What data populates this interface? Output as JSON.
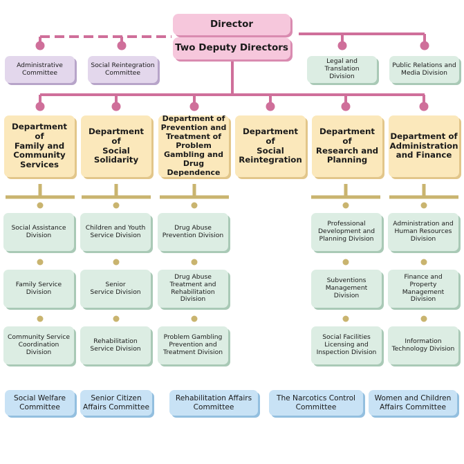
{
  "top": {
    "director": "Director",
    "deputies": "Two Deputy Directors"
  },
  "staff_units": [
    "Administrative\nCommittee",
    "Social Reintegration\nCommittee",
    "Legal and Translation\nDivision",
    "Public Relations and\nMedia Division"
  ],
  "departments": [
    {
      "name": "Department of\nFamily and\nCommunity\nServices",
      "divisions": [
        "Social Assistance\nDivision",
        "Family Service\nDivision",
        "Community Service\nCoordination Division"
      ]
    },
    {
      "name": "Department of\nSocial Solidarity",
      "divisions": [
        "Children and Youth\nService Division",
        "Senior\nService Division",
        "Rehabilitation\nService Division"
      ]
    },
    {
      "name": "Department of\nPrevention and\nTreatment of\nProblem\nGambling and\nDrug Dependence",
      "divisions": [
        "Drug Abuse\nPrevention Division",
        "Drug Abuse\nTreatment and\nRehabilitation\nDivision",
        "Problem Gambling\nPrevention and\nTreatment Division"
      ]
    },
    {
      "name": "Department of\nSocial\nReintegration",
      "divisions": []
    },
    {
      "name": "Department of\nResearch and\nPlanning",
      "divisions": [
        "Professional\nDevelopment and\nPlanning Division",
        "Subventions\nManagement\nDivision",
        "Social Facilities\nLicensing and\nInspection Division"
      ]
    },
    {
      "name": "Department of\nAdministration\nand Finance",
      "divisions": [
        "Administration and\nHuman Resources\nDivision",
        "Finance and Property\nManagement\nDivision",
        "Information\nTechnology Division"
      ]
    }
  ],
  "committees": [
    "Social Welfare\nCommittee",
    "Senior Citizen\nAffairs Committee",
    "Rehabilitation Affairs\nCommittee",
    "The Narcotics Control\nCommittee",
    "Women and Children\nAffairs Committee"
  ],
  "colors": {
    "pink_line": "#cf6f9a",
    "olive_line": "#c9b46f",
    "director_box": "#f6c7dc",
    "staff_box": "#e3d7ec",
    "department_box": "#fbe8bb",
    "division_box": "#dcede3",
    "committee_box": "#c8e2f5"
  }
}
